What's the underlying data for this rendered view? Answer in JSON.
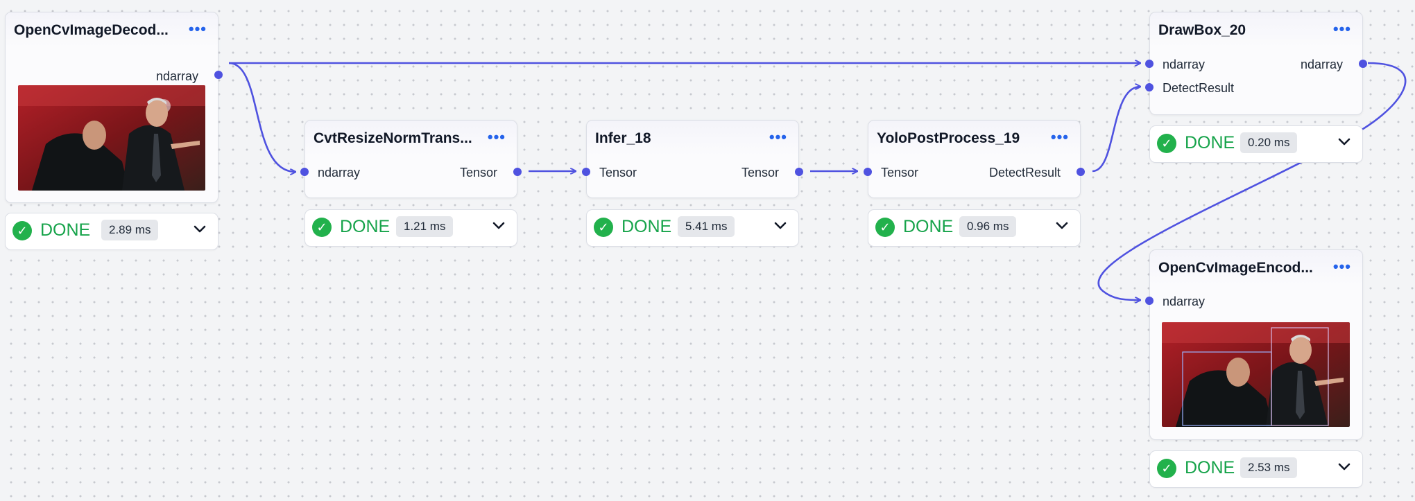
{
  "nodes": {
    "decode": {
      "title": "OpenCvImageDecod...",
      "out_port": "ndarray",
      "status": "DONE",
      "time": "2.89 ms"
    },
    "resize": {
      "title": "CvtResizeNormTrans...",
      "in_port": "ndarray",
      "out_port": "Tensor",
      "status": "DONE",
      "time": "1.21 ms"
    },
    "infer": {
      "title": "Infer_18",
      "in_port": "Tensor",
      "out_port": "Tensor",
      "status": "DONE",
      "time": "5.41 ms"
    },
    "yolo": {
      "title": "YoloPostProcess_19",
      "in_port": "Tensor",
      "out_port": "DetectResult",
      "status": "DONE",
      "time": "0.96 ms"
    },
    "drawbox": {
      "title": "DrawBox_20",
      "in_port_1": "ndarray",
      "in_port_2": "DetectResult",
      "out_port": "ndarray",
      "status": "DONE",
      "time": "0.20 ms"
    },
    "encode": {
      "title": "OpenCvImageEncod...",
      "in_port": "ndarray",
      "status": "DONE",
      "time": "2.53 ms"
    }
  },
  "icons": {
    "menu": "more-horizontal-icon",
    "status": "check-circle-icon",
    "expand": "chevron-down-icon"
  },
  "colors": {
    "edge": "#4f52e0",
    "done": "#16a34a",
    "check": "#22b14c",
    "menu": "#2563eb"
  }
}
